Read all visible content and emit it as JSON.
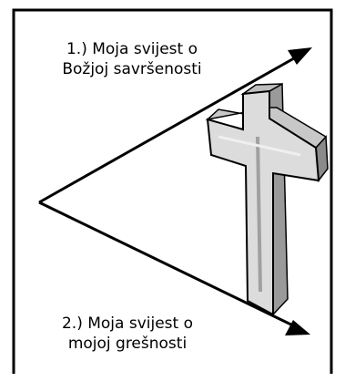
{
  "diagram": {
    "top_label": {
      "line1": "1.) Moja svijest o",
      "line2": "Božjoj savršenosti"
    },
    "bottom_label": {
      "line1": "2.) Moja svijest o",
      "line2": "mojoj grešnosti"
    },
    "cross_icon": "cross-icon",
    "colors": {
      "border": "#000000",
      "cross_face": "#d9d9d9",
      "cross_side": "#9a9a9a",
      "cross_shadow": "#6e6e6e"
    }
  }
}
